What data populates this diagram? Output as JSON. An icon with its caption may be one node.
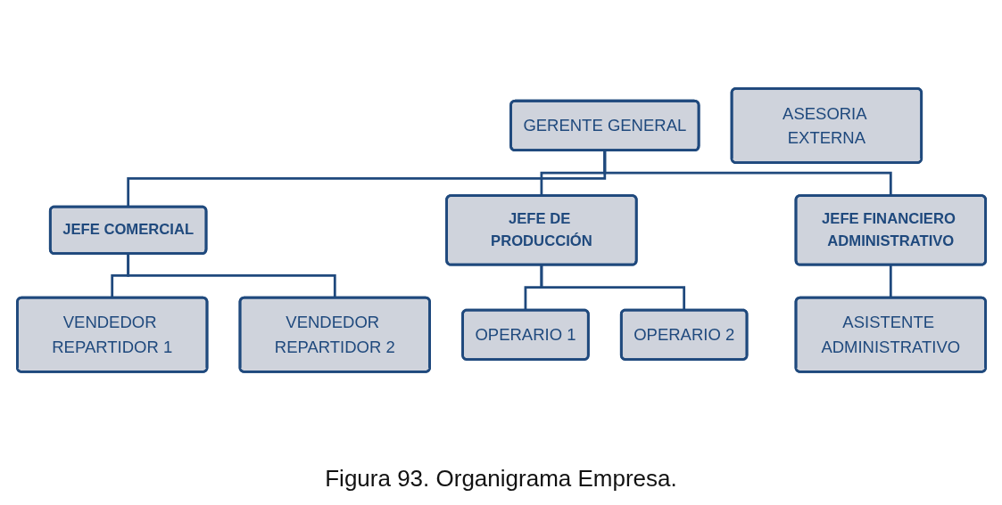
{
  "diagram": {
    "caption": "Figura 93. Organigrama Empresa.",
    "nodes": [
      {
        "text": [
          "GERENTE GENERAL"
        ]
      },
      {
        "text": [
          "ASESORIA EXTERNA"
        ]
      },
      {
        "text": [
          "JEFE COMERCIAL"
        ]
      },
      {
        "text": [
          "JEFE DE PRODUCCIÓN"
        ]
      },
      {
        "text": [
          "JEFE FINANCIERO ADMINISTRATIVO"
        ]
      },
      {
        "text": [
          "VENDEDOR REPARTIDOR 1"
        ]
      },
      {
        "text": [
          "VENDEDOR REPARTIDOR 2"
        ]
      },
      {
        "text": [
          "OPERARIO 1"
        ]
      },
      {
        "text": [
          "OPERARIO 2"
        ]
      },
      {
        "text": [
          "ASISTENTE ADMINISTRATIVO"
        ]
      }
    ],
    "edges": [
      {
        "from": 0,
        "to": 2,
        "arrow": "none"
      },
      {
        "from": 0,
        "to": 3,
        "arrow": "none"
      },
      {
        "from": 0,
        "to": 4,
        "arrow": "none"
      },
      {
        "from": 2,
        "to": 5,
        "arrow": "none"
      },
      {
        "from": 2,
        "to": 6,
        "arrow": "none"
      },
      {
        "from": 3,
        "to": 7,
        "arrow": "none"
      },
      {
        "from": 3,
        "to": 8,
        "arrow": "none"
      },
      {
        "from": 4,
        "to": 9,
        "arrow": "none"
      }
    ]
  }
}
